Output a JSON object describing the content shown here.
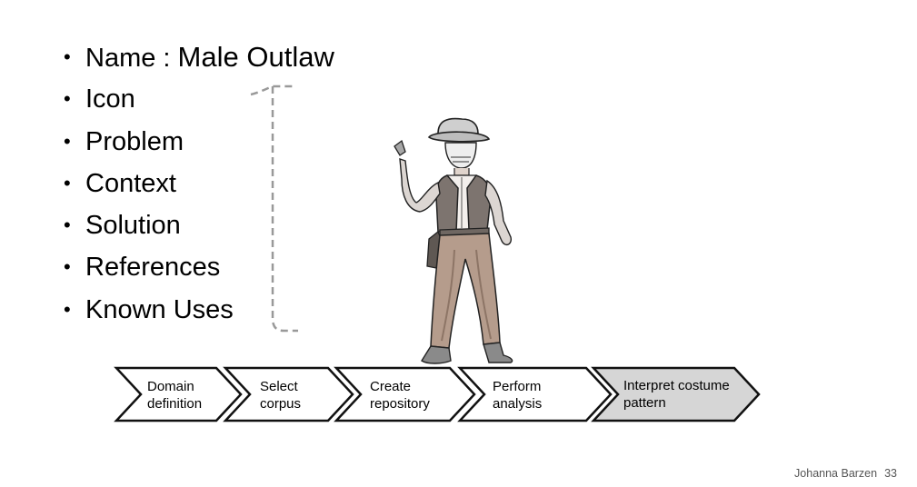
{
  "pattern": {
    "name_label": "Name :",
    "name_value": "Male Outlaw",
    "items": [
      "Icon",
      "Problem",
      "Context",
      "Solution",
      "References",
      "Known Uses"
    ]
  },
  "process": {
    "steps": [
      {
        "line1": "Domain",
        "line2": "definition",
        "highlight": false
      },
      {
        "line1": "Select",
        "line2": "corpus",
        "highlight": false
      },
      {
        "line1": "Create",
        "line2": "repository",
        "highlight": false
      },
      {
        "line1": "Perform",
        "line2": "analysis",
        "highlight": false
      },
      {
        "line1": "Interpret costume",
        "line2": "pattern",
        "highlight": true
      }
    ],
    "highlight_color": "#d6d6d6"
  },
  "footer": {
    "author": "Johanna Barzen",
    "page_number": "33"
  }
}
